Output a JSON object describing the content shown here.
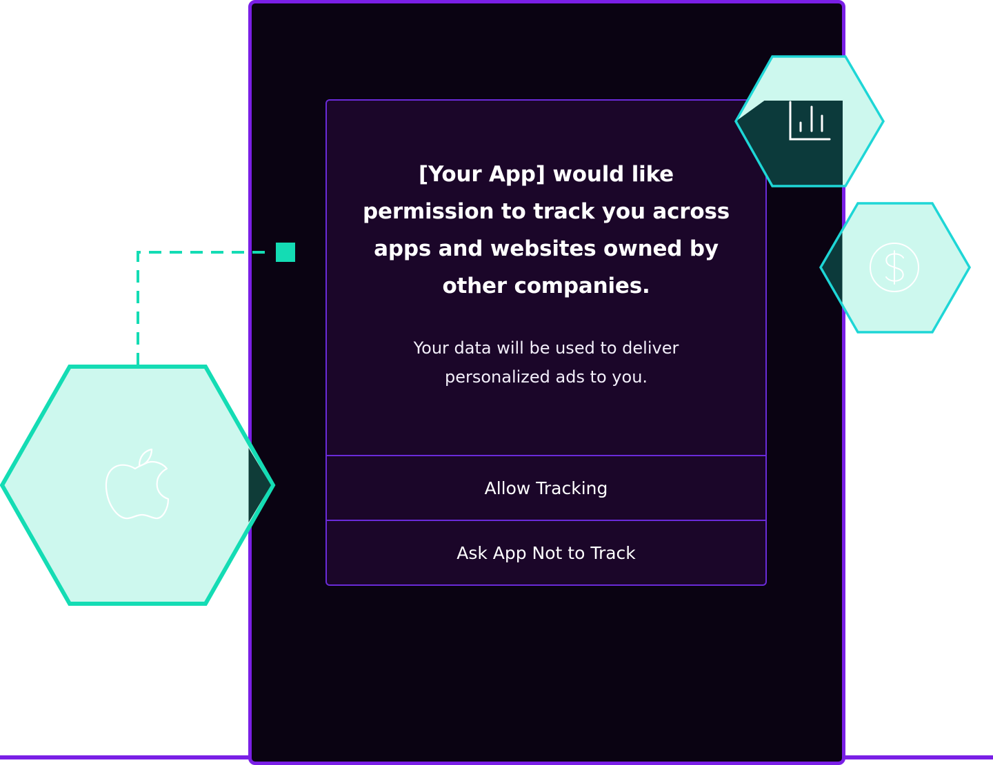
{
  "prompt": {
    "title": "[Your App]  would like permission to track you across apps and websites owned by other companies.",
    "body": "Your data will be used to deliver personalized ads to you.",
    "allow_label": "Allow Tracking",
    "deny_label": "Ask App Not to Track"
  },
  "icons": {
    "left": "apple-logo-icon",
    "top_right": "bar-chart-icon",
    "right": "dollar-icon"
  },
  "colors": {
    "frame_purple": "#7a1fe6",
    "dialog_bg": "#1b0629",
    "screen_bg": "#0a0312",
    "accent_teal": "#14dcb4",
    "cyan_outline": "#1ed6d6",
    "mint_fill": "#cdf8ee"
  }
}
